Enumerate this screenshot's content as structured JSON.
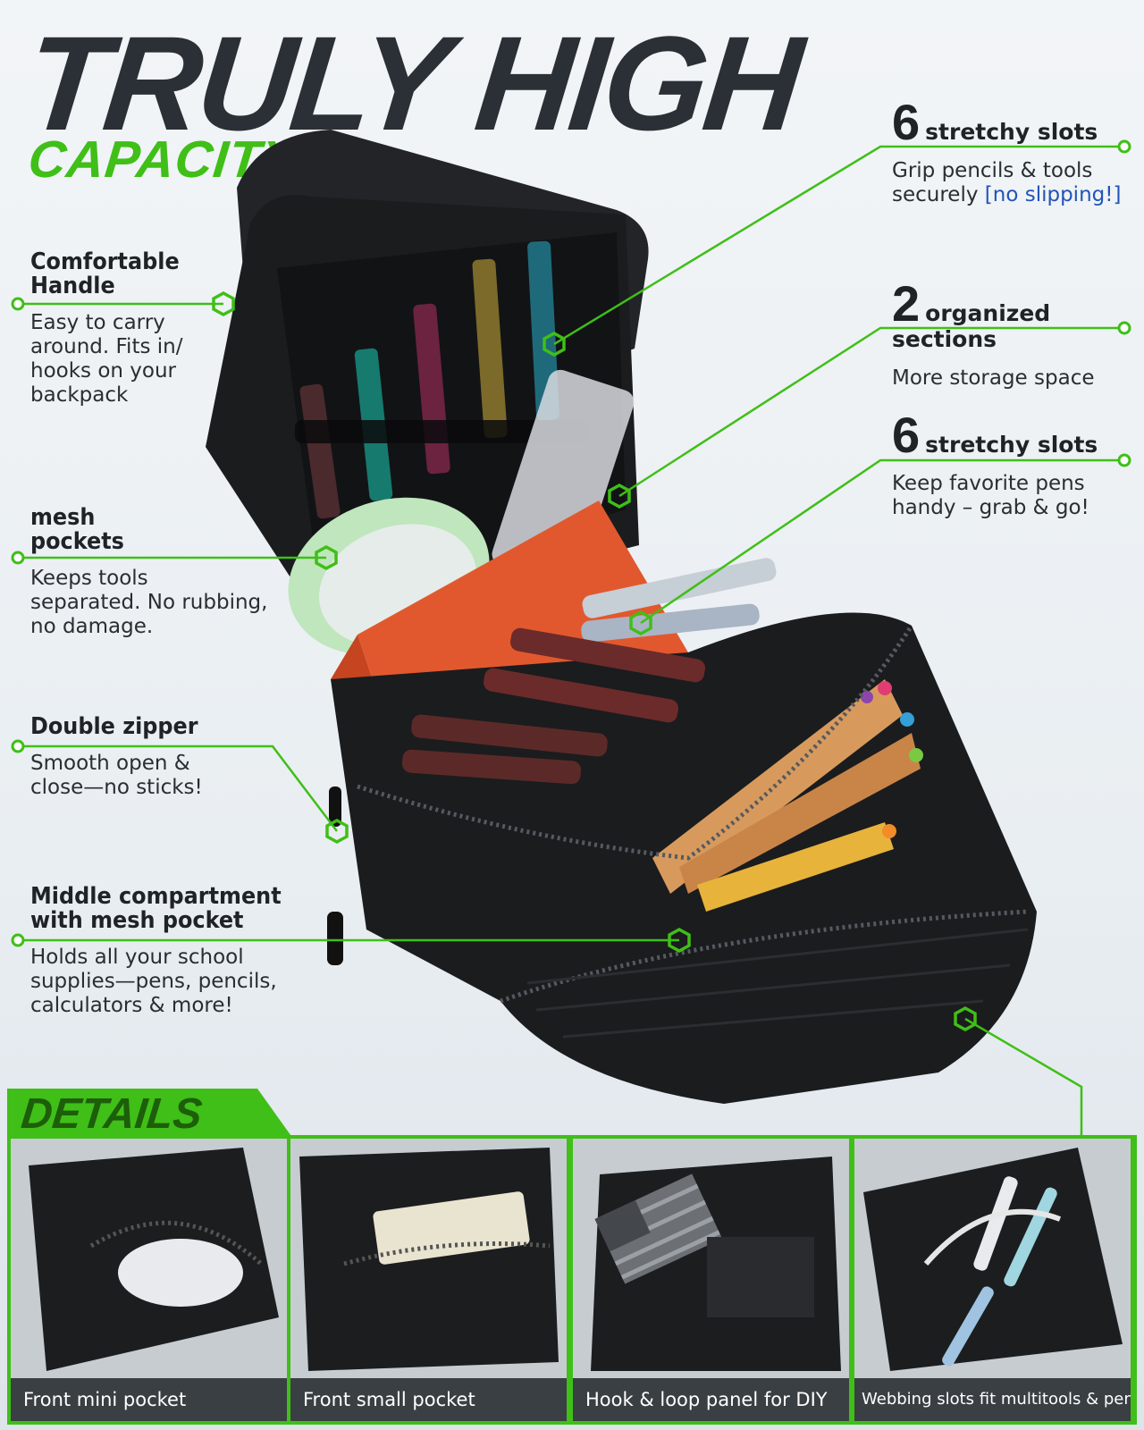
{
  "header": {
    "title": "TRULY HIGH",
    "subtitle": "CAPACITY"
  },
  "left_callouts": [
    {
      "title_line1": "Comfortable",
      "title_line2": "Handle",
      "body": [
        "Easy to carry",
        "around. Fits in/",
        "hooks on your",
        "backpack"
      ]
    },
    {
      "title_line1": "mesh",
      "title_line2": "pockets",
      "body": [
        "Keeps tools",
        "separated. No rubbing,",
        "no damage."
      ]
    },
    {
      "title_line1": "Double zipper",
      "title_line2": "",
      "body": [
        "Smooth open &",
        "close—no sticks!"
      ]
    },
    {
      "title_line1": "Middle compartment",
      "title_line2": "with mesh pocket",
      "body": [
        "Holds all your school",
        "supplies—pens, pencils,",
        "calculators & more!"
      ]
    }
  ],
  "right_callouts": [
    {
      "number": "6",
      "label": "stretchy slots",
      "body": [
        "Grip pencils & tools",
        "securely"
      ],
      "emphasis": "[no slipping!]"
    },
    {
      "number": "2",
      "label": "organized sections",
      "body": [
        "More storage space"
      ],
      "emphasis": ""
    },
    {
      "number": "6",
      "label": "stretchy slots",
      "body": [
        "Keep favorite pens",
        "handy – grab & go!"
      ],
      "emphasis": ""
    }
  ],
  "details": {
    "heading": "DETAILS",
    "panels": [
      {
        "caption": "Front mini pocket"
      },
      {
        "caption": "Front small pocket"
      },
      {
        "caption": "Hook & loop panel for DIY"
      },
      {
        "caption": "Webbing slots fit multitools & pens"
      }
    ]
  },
  "colors": {
    "accent_green": "#3fbf17",
    "dark_text": "#2b3036",
    "emphasis_blue": "#2154b8",
    "bag_black": "#1b1c1e",
    "lining_orange": "#e2582e"
  }
}
